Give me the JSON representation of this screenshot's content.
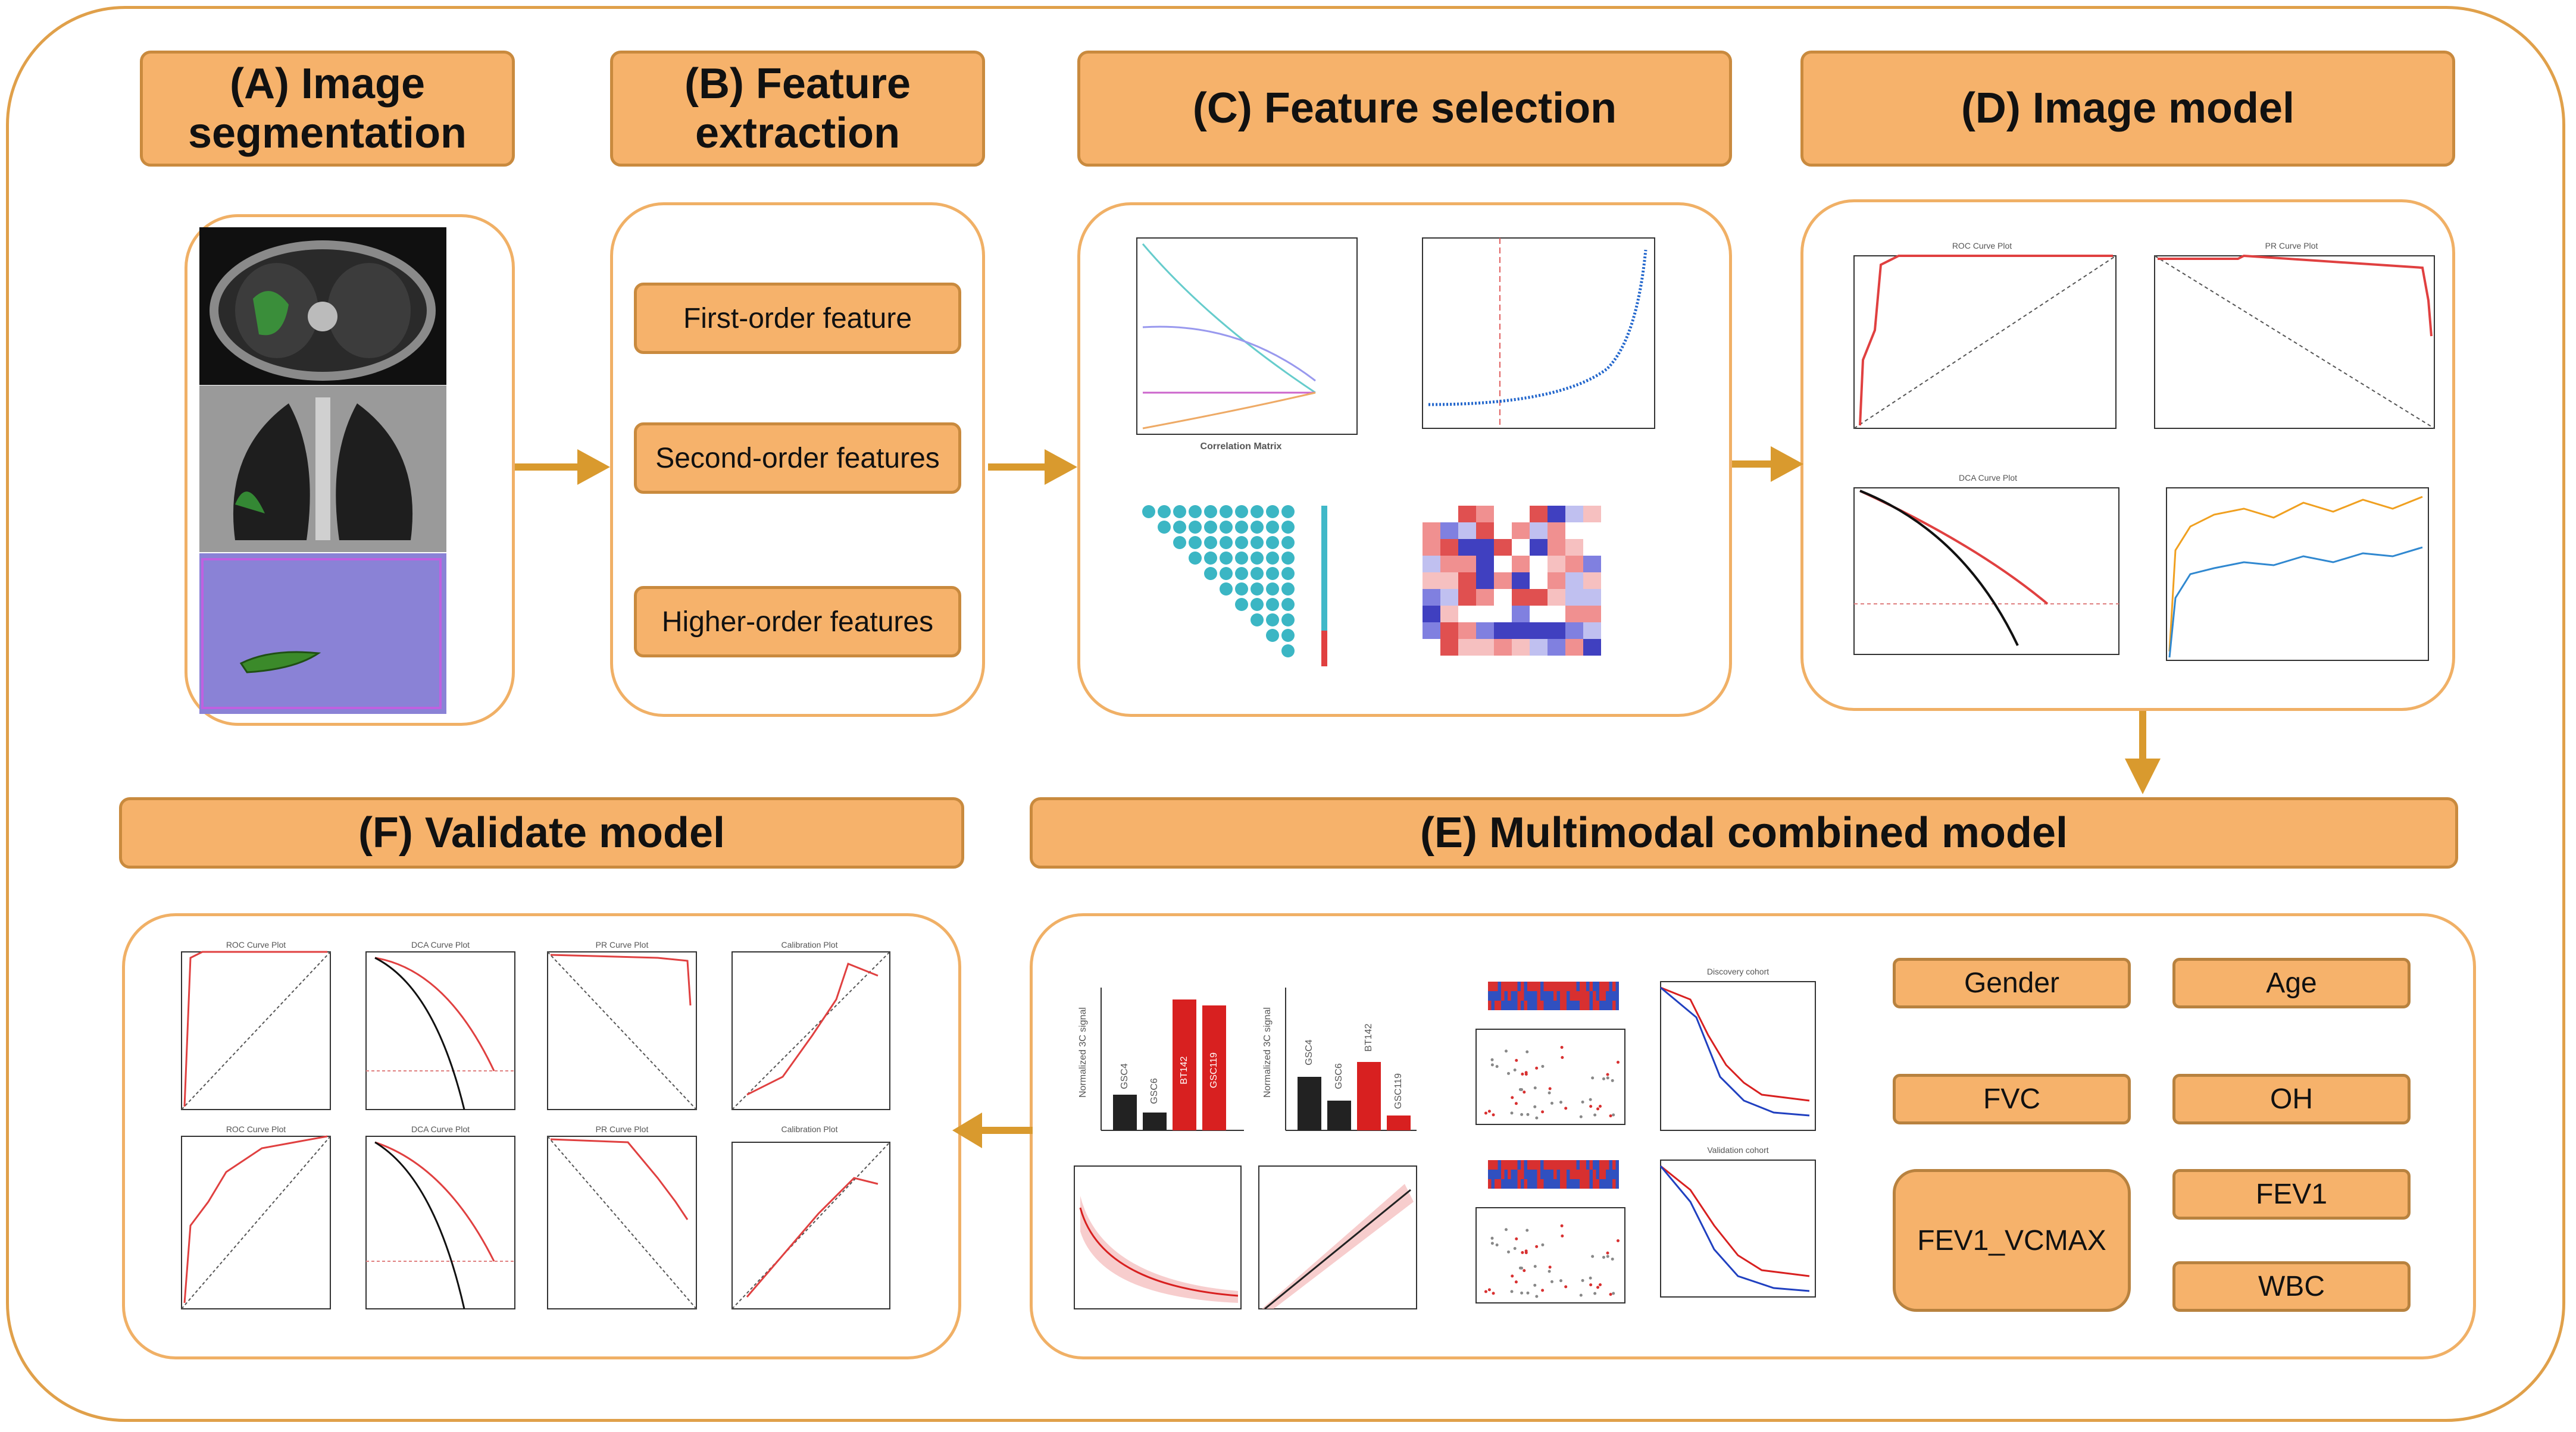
{
  "headers": {
    "a": "(A) Image segmentation",
    "b": "(B) Feature extraction",
    "c": "(C) Feature selection",
    "d": "(D) Image model",
    "e": "(E) Multimodal combined model",
    "f": "(F) Validate model"
  },
  "features": [
    "First-order feature",
    "Second-order features",
    "Higher-order features"
  ],
  "variables": {
    "gender": "Gender",
    "age": "Age",
    "fvc": "FVC",
    "oh": "OH",
    "fev1_vcmax": "FEV1_VCMAX",
    "fev1": "FEV1",
    "wbc": "WBC"
  },
  "thumb_titles": {
    "roc": "ROC Curve Plot",
    "pr": "PR Curve Plot",
    "dca": "DCA Curve Plot",
    "calibration": "Calibration Plot",
    "correlation": "Correlation Matrix",
    "discovery": "Discovery cohort",
    "validation": "Validation cohort"
  },
  "bar_labels": {
    "ylabel": "Normalized 3C signal",
    "left": [
      "GSC4",
      "GSC6",
      "BT142",
      "GSC119"
    ],
    "right": [
      "GSC4",
      "GSC6",
      "BT142",
      "GSC119"
    ]
  },
  "colors": {
    "accent_fill": "#f6b26b",
    "accent_border": "#c98a3e",
    "arrow": "#d99a2e",
    "panel_border": "#f0b066"
  }
}
